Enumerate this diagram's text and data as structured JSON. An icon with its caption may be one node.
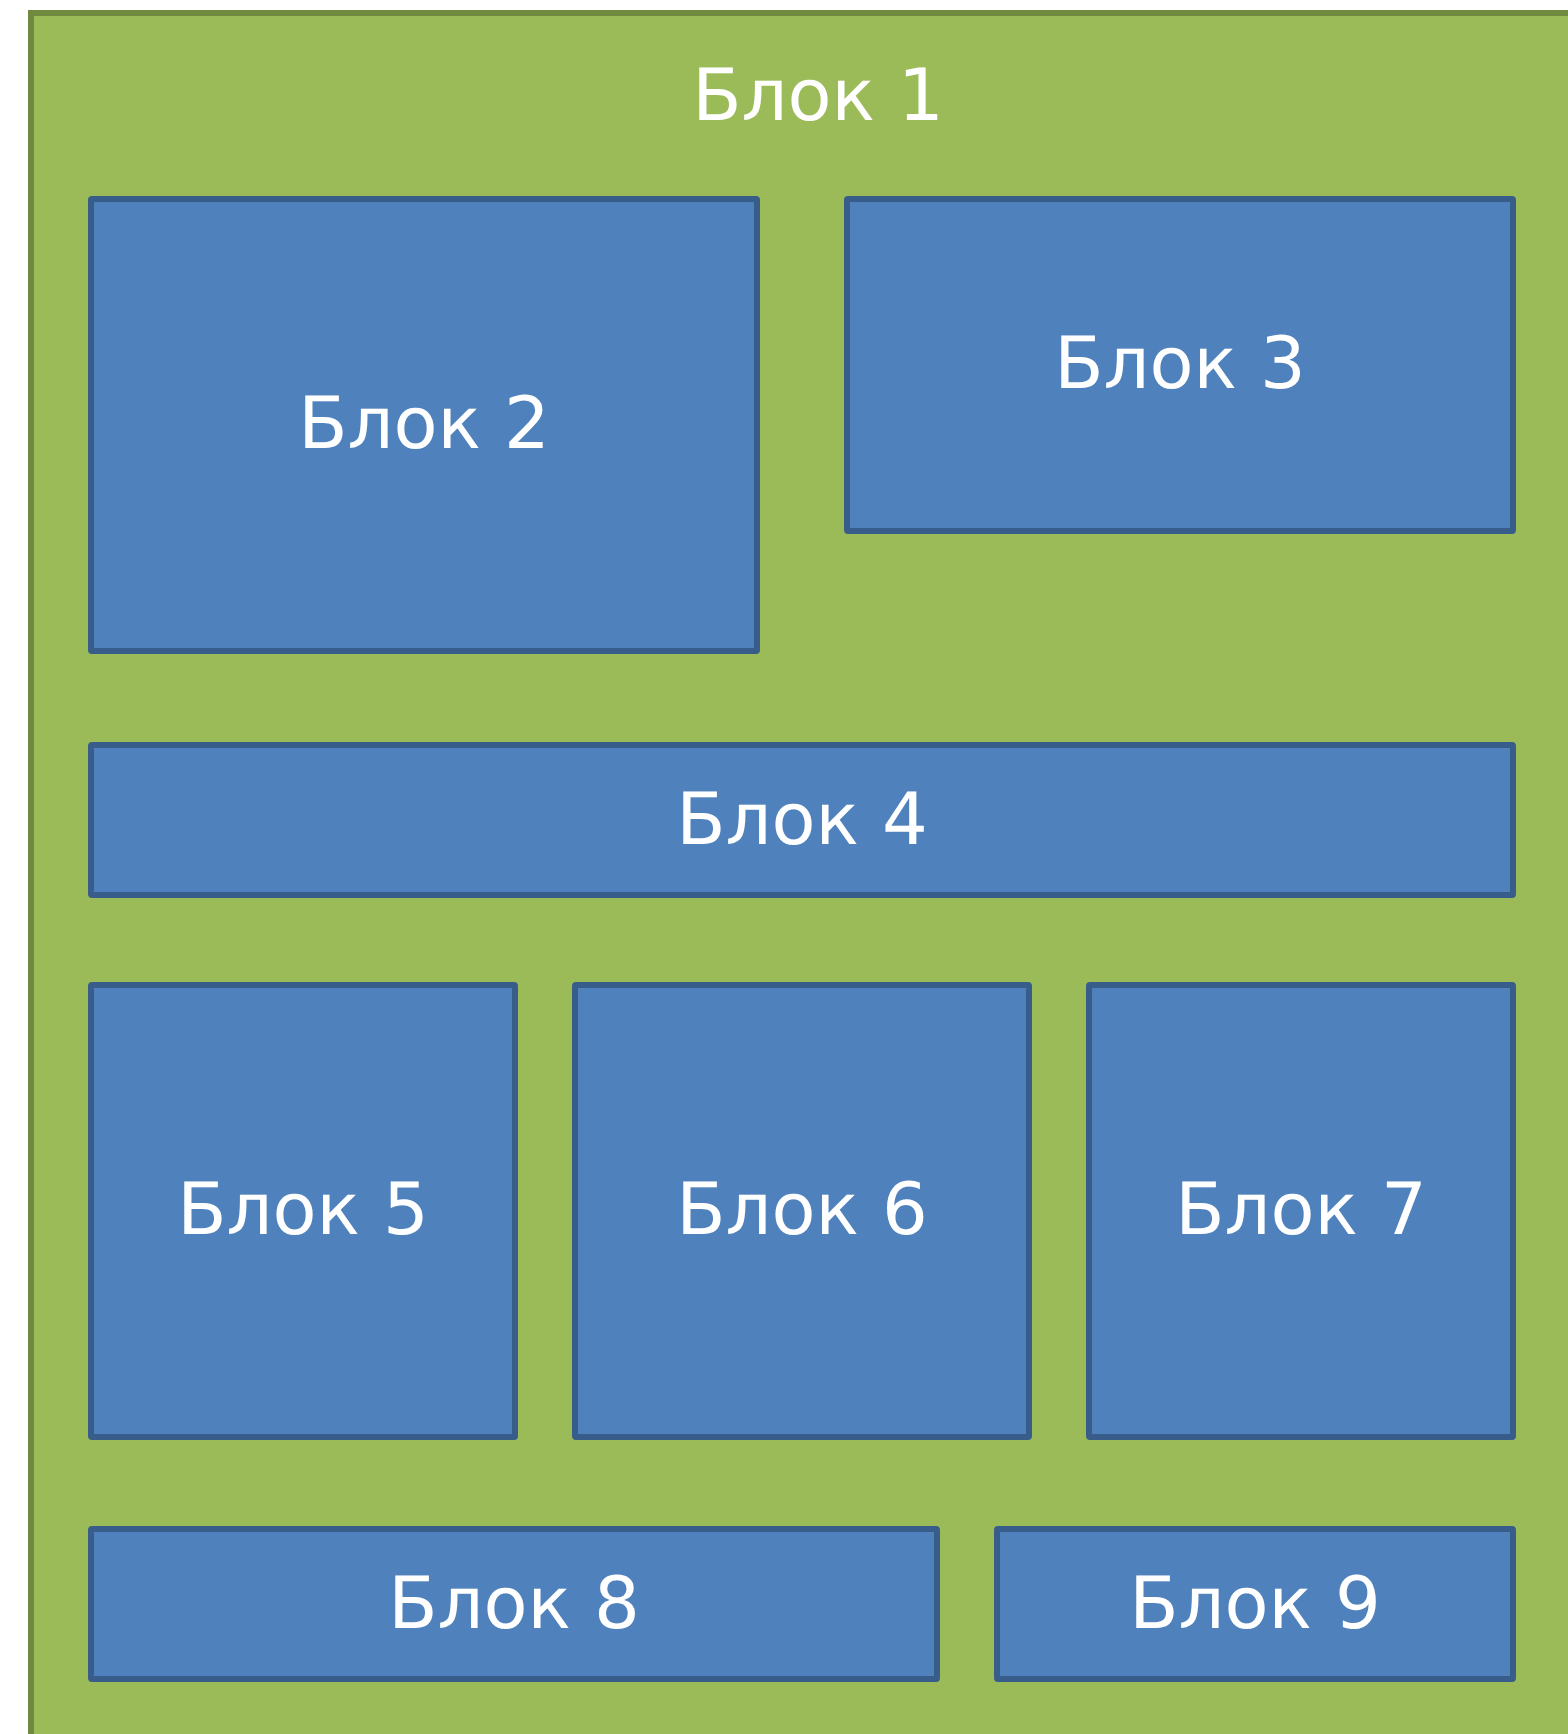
{
  "diagram": {
    "nodes": [
      {
        "text": [
          "Блок 1"
        ]
      },
      {
        "text": [
          "Блок 2"
        ],
        "in": 0
      },
      {
        "text": [
          "Блок 3"
        ],
        "in": 0
      },
      {
        "text": [
          "Блок 4"
        ],
        "in": 0
      },
      {
        "text": [
          "Блок 5"
        ],
        "in": 0
      },
      {
        "text": [
          "Блок 6"
        ],
        "in": 0
      },
      {
        "text": [
          "Блок 7"
        ],
        "in": 0
      },
      {
        "text": [
          "Блок 8"
        ],
        "in": 0
      },
      {
        "text": [
          "Блок 9"
        ],
        "in": 0
      }
    ]
  }
}
